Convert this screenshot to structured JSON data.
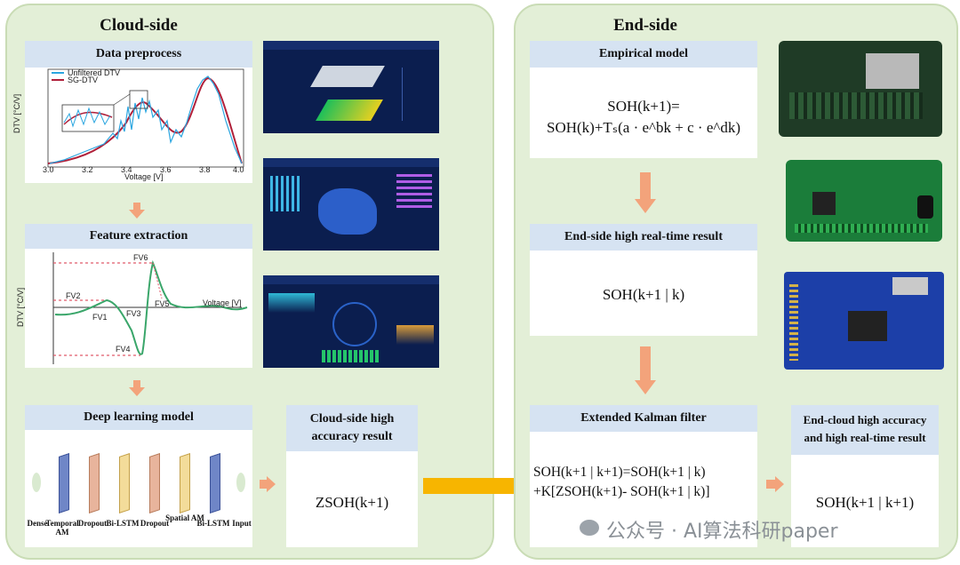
{
  "cloud": {
    "title": "Cloud-side",
    "preprocess": {
      "title": "Data preprocess",
      "legend": [
        "Unfiltered DTV",
        "SG-DTV"
      ],
      "ylabel": "DTV [°C/V]",
      "xlabel": "Voltage [V]",
      "xticks": [
        "3.0",
        "3.2",
        "3.4",
        "3.6",
        "3.8",
        "4.0"
      ]
    },
    "feature": {
      "title": "Feature extraction",
      "ylabel": "DTV [°C/V]",
      "xlabel": "Voltage [V]",
      "labels": [
        "FV6",
        "FV2",
        "FV1",
        "FV3",
        "FV5",
        "FV4"
      ]
    },
    "deep": {
      "title": "Deep learning model",
      "layers": [
        "Dense",
        "Temporal AM",
        "Dropout",
        "Bi-LSTM",
        "Dropout",
        "Spatial AM",
        "Bi-LSTM",
        "Input"
      ]
    },
    "result": {
      "title": "Cloud-side high accuracy result",
      "formula": "ZSOH(k+1)"
    }
  },
  "end": {
    "title": "End-side",
    "empirical": {
      "title": "Empirical model",
      "line1": "SOH(k+1)=",
      "line2": "SOH(k)+Tₛ(a · e^bk + c · e^dk)"
    },
    "realtime": {
      "title": "End-side high real-time result",
      "formula": "SOH(k+1 | k)"
    },
    "ekf": {
      "title": "Extended Kalman filter",
      "line1": "SOH(k+1 | k+1)=SOH(k+1 | k)",
      "line2": "+K[ZSOH(k+1)- SOH(k+1 | k)]"
    },
    "endcloud": {
      "title": "End-cloud high accuracy and high real-time result",
      "formula": "SOH(k+1 | k+1)"
    }
  },
  "watermark": "公众号 · AI算法科研paper",
  "colors": {
    "panel": "#e3efd7",
    "header": "#d6e3f2",
    "arrow": "#f3a37b",
    "bigArrow": "#f7b500"
  }
}
